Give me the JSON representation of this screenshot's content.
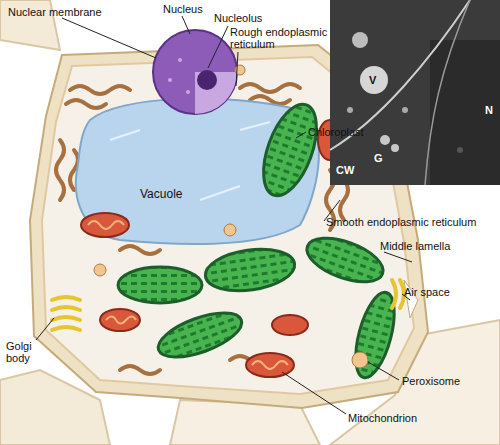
{
  "diagram": {
    "labels": [
      "Nuclear membrane",
      "Nucleus",
      "Nucleolus",
      "Rough endoplasmic reticulum",
      "Chloroplast",
      "Vacuole",
      "Smooth endoplasmic reticulum",
      "Middle lamella",
      "Air space",
      "Golgi body",
      "Peroxisome",
      "Mitochondrion",
      "V",
      "N",
      "G",
      "CW"
    ]
  }
}
